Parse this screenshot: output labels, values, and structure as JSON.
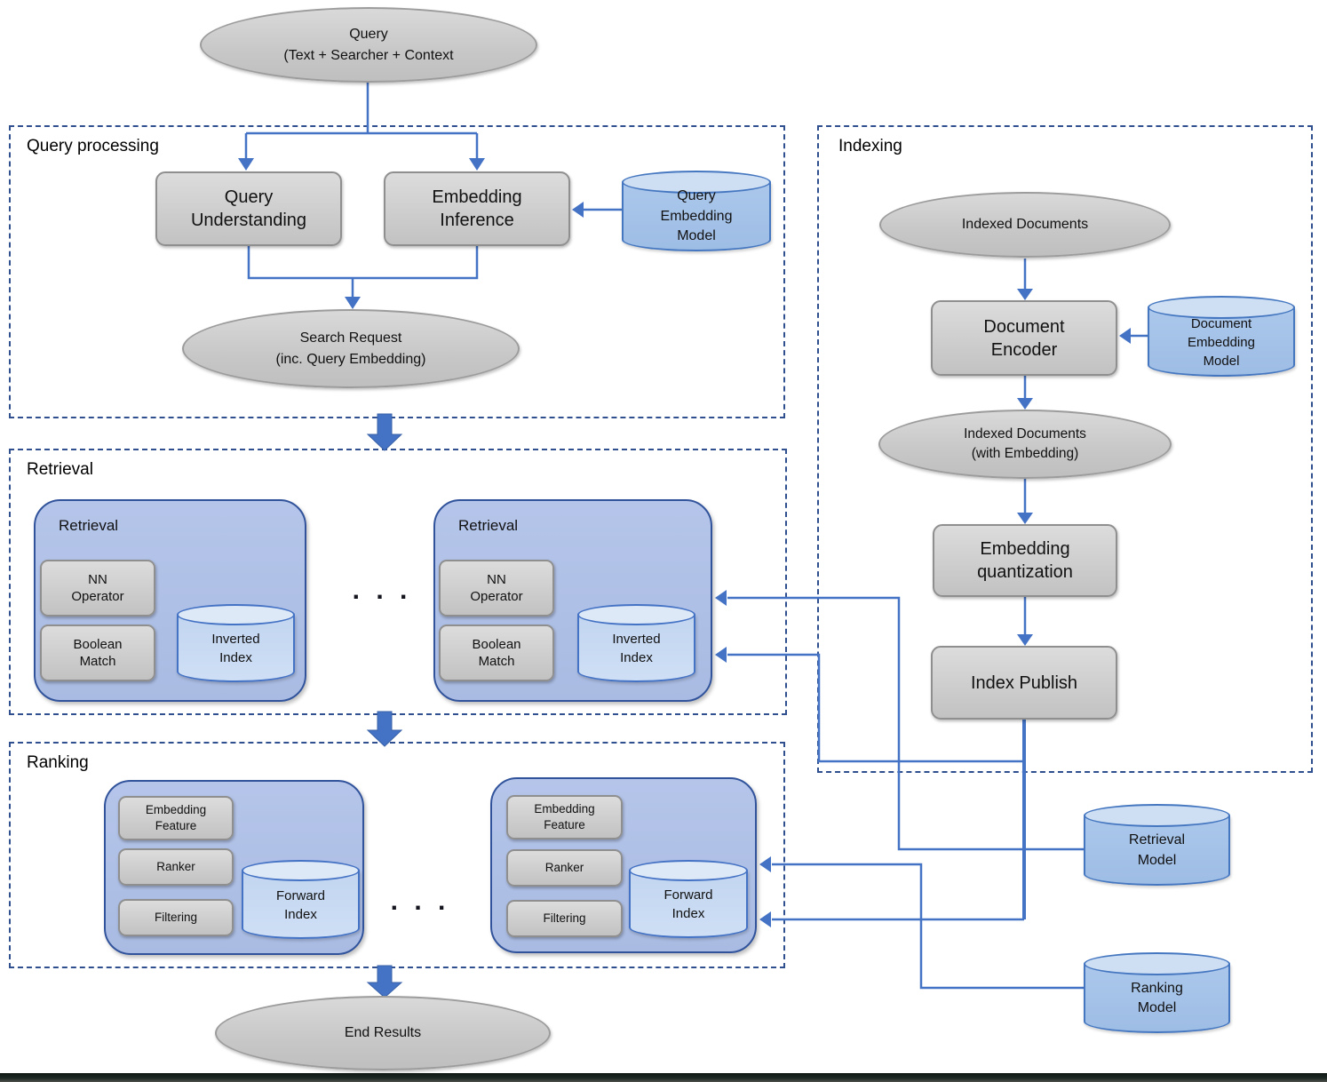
{
  "sections": {
    "query_processing": "Query processing",
    "retrieval": "Retrieval",
    "ranking": "Ranking",
    "indexing": "Indexing"
  },
  "groups": {
    "retrieval_group": "Retrieval"
  },
  "nodes": {
    "query": [
      "Query",
      "(Text + Searcher + Context"
    ],
    "query_understanding": [
      "Query",
      "Understanding"
    ],
    "embedding_inference": [
      "Embedding",
      "Inference"
    ],
    "query_embedding_model": [
      "Query",
      "Embedding",
      "Model"
    ],
    "search_request": [
      "Search Request",
      "(inc. Query Embedding)"
    ],
    "nn_operator": [
      "NN",
      "Operator"
    ],
    "boolean_match": [
      "Boolean",
      "Match"
    ],
    "inverted_index": [
      "Inverted",
      "Index"
    ],
    "embedding_feature": [
      "Embedding",
      "Feature"
    ],
    "ranker": "Ranker",
    "filtering": "Filtering",
    "forward_index": [
      "Forward",
      "Index"
    ],
    "end_results": "End Results",
    "indexed_documents": "Indexed Documents",
    "document_encoder": [
      "Document",
      "Encoder"
    ],
    "document_embedding_model": [
      "Document",
      "Embedding",
      "Model"
    ],
    "indexed_documents_with_embedding": [
      "Indexed Documents",
      "(with Embedding)"
    ],
    "embedding_quantization": [
      "Embedding",
      "quantization"
    ],
    "index_publish": "Index Publish",
    "retrieval_model": [
      "Retrieval",
      "Model"
    ],
    "ranking_model": [
      "Ranking",
      "Model"
    ]
  },
  "misc": {
    "ellipsis": ". . ."
  },
  "colors": {
    "connector": "#4472C4",
    "section_border": "#2F4F8F",
    "container_fill": "#AFC0E5",
    "container_border": "#31539B",
    "gray_fill": "#D4D4D4",
    "cylinder_fill": "#A6C3E9",
    "cylinder_light_fill": "#C9DAF2"
  }
}
